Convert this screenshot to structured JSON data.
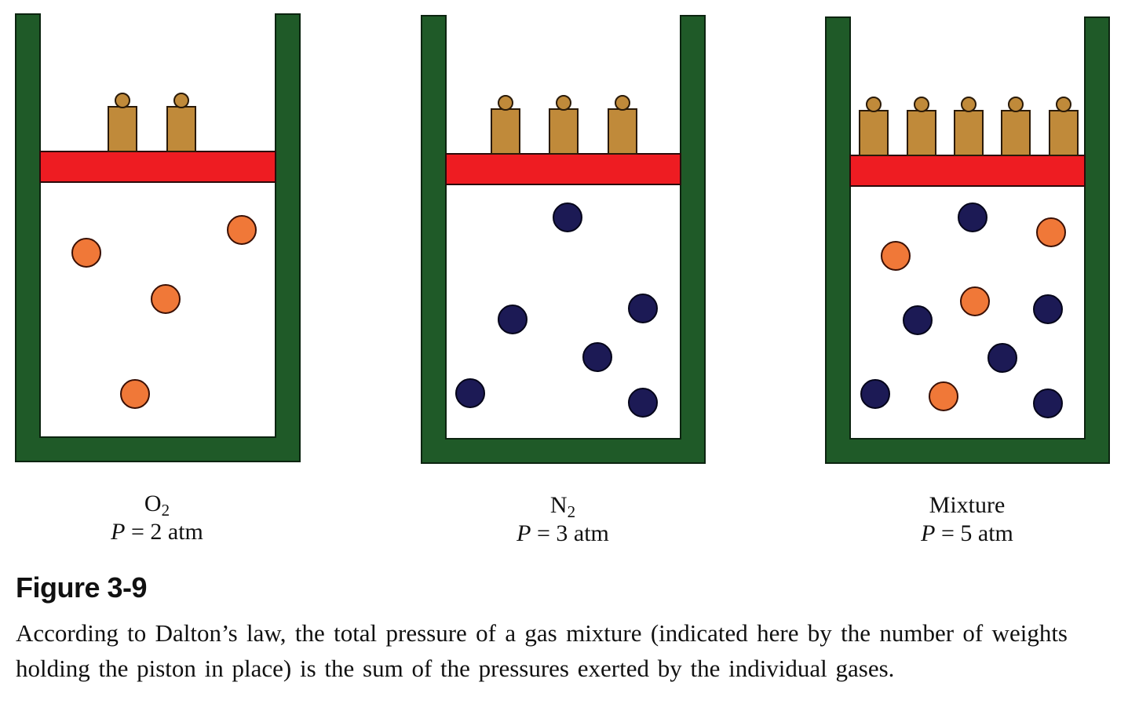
{
  "colors": {
    "wall": "#1f5a28",
    "piston": "#ee1c22",
    "weight": "#c08a3a",
    "oxygen": "#f07838",
    "nitrogen": "#1c1a55"
  },
  "panels": [
    {
      "gas": "O",
      "subscript": "2",
      "pressure_label": "P",
      "pressure_text": " = 2 atm",
      "weights": 2,
      "oxygen_molecules": 4,
      "nitrogen_molecules": 0
    },
    {
      "gas": "N",
      "subscript": "2",
      "pressure_label": "P",
      "pressure_text": " = 3 atm",
      "weights": 3,
      "oxygen_molecules": 0,
      "nitrogen_molecules": 6
    },
    {
      "gas": "Mixture",
      "subscript": "",
      "pressure_label": "P",
      "pressure_text": " = 5 atm",
      "weights": 5,
      "oxygen_molecules": 4,
      "nitrogen_molecules": 6
    }
  ],
  "figure": {
    "title": "Figure 3-9",
    "caption": "According to Dalton’s law, the total pressure of a gas mixture (indicated here by the number of weights holding the piston in place) is the sum of the pressures exerted by the individual gases."
  }
}
